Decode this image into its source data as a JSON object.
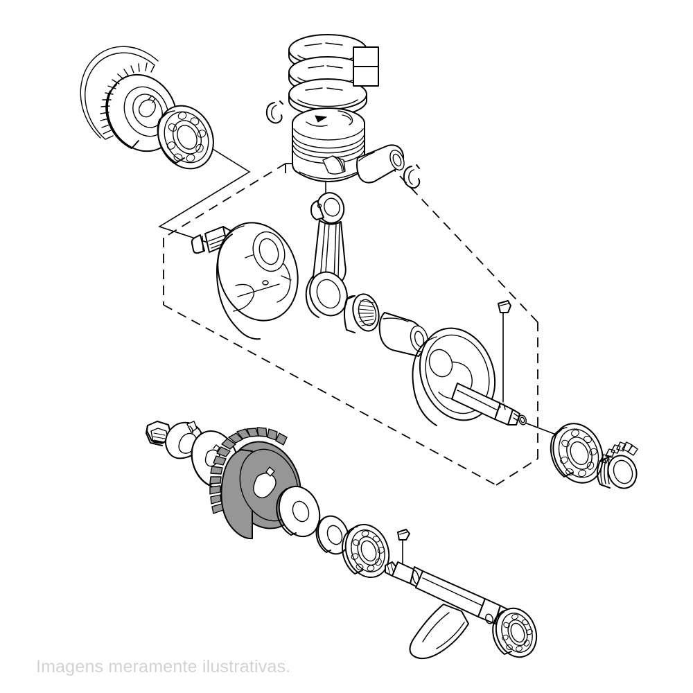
{
  "document": {
    "type": "exploded-parts-diagram",
    "subject": "Engine crankshaft, piston and balancer assembly",
    "background_color": "#ffffff",
    "line_color": "#000000",
    "shaded_part_color": "#969696"
  },
  "caption": {
    "text": "Imagens meramente ilustrativas.",
    "color": "#d2d2d2",
    "sub_text": "",
    "sub_color": "#f1f1f1"
  },
  "parts": [
    {
      "id": "primary-drive-gear",
      "label": "Primary drive gear",
      "group": "top-left",
      "shaded": false
    },
    {
      "id": "crank-bearing-left",
      "label": "Crankshaft bearing (left)",
      "group": "top-left",
      "shaded": false
    },
    {
      "id": "piston-ring-top",
      "label": "Top compression ring",
      "group": "piston",
      "shaded": false
    },
    {
      "id": "piston-ring-second",
      "label": "Second compression ring",
      "group": "piston",
      "shaded": false
    },
    {
      "id": "piston-ring-oil",
      "label": "Oil control ring",
      "group": "piston",
      "shaded": false
    },
    {
      "id": "piston",
      "label": "Piston",
      "group": "piston",
      "shaded": false
    },
    {
      "id": "piston-pin",
      "label": "Piston pin",
      "group": "piston",
      "shaded": false
    },
    {
      "id": "circlip-left",
      "label": "Piston pin circlip",
      "group": "piston",
      "shaded": false
    },
    {
      "id": "circlip-right",
      "label": "Piston pin circlip",
      "group": "piston",
      "shaded": false
    },
    {
      "id": "crank-web-left",
      "label": "Crank web (left)",
      "group": "crankshaft",
      "shaded": false
    },
    {
      "id": "connecting-rod",
      "label": "Connecting rod",
      "group": "crankshaft",
      "shaded": false
    },
    {
      "id": "big-end-needle-bearing",
      "label": "Big end needle bearing",
      "group": "crankshaft",
      "shaded": false
    },
    {
      "id": "crank-pin",
      "label": "Crank pin",
      "group": "crankshaft",
      "shaded": false
    },
    {
      "id": "crank-web-right",
      "label": "Crank web (right)",
      "group": "crankshaft",
      "shaded": false
    },
    {
      "id": "woodruff-key-crank",
      "label": "Woodruff key",
      "group": "crankshaft",
      "shaded": false
    },
    {
      "id": "crank-bearing-right",
      "label": "Crankshaft bearing (right)",
      "group": "right",
      "shaded": false
    },
    {
      "id": "balancer-drive-pinion",
      "label": "Balancer drive pinion",
      "group": "right",
      "shaded": false
    },
    {
      "id": "balancer-nut",
      "label": "Balancer shaft nut",
      "group": "balancer",
      "shaded": false
    },
    {
      "id": "lock-washer",
      "label": "Lock washer",
      "group": "balancer",
      "shaded": false
    },
    {
      "id": "washer-plate",
      "label": "Washer plate",
      "group": "balancer",
      "shaded": false
    },
    {
      "id": "balancer-driven-gear",
      "label": "Balancer driven gear",
      "group": "balancer",
      "shaded": true
    },
    {
      "id": "balancer-washer",
      "label": "Balancer washer",
      "group": "balancer",
      "shaded": false
    },
    {
      "id": "balancer-collar",
      "label": "Balancer collar",
      "group": "balancer",
      "shaded": false
    },
    {
      "id": "balancer-bearing-left",
      "label": "Balancer bearing (left)",
      "group": "balancer",
      "shaded": false
    },
    {
      "id": "woodruff-key-balancer",
      "label": "Woodruff key",
      "group": "balancer",
      "shaded": false
    },
    {
      "id": "balancer-shaft",
      "label": "Balancer shaft",
      "group": "balancer",
      "shaded": false
    },
    {
      "id": "balancer-bearing-right",
      "label": "Balancer bearing (right)",
      "group": "balancer",
      "shaded": false
    }
  ],
  "callouts": [
    {
      "id": "ring-callout-upper",
      "shape": "rectangle"
    },
    {
      "id": "ring-callout-lower",
      "shape": "rectangle"
    }
  ],
  "leader_lines": [
    {
      "id": "leader-crank-bearing-left",
      "from": "crank-bearing-left",
      "to": "crank-web-left"
    },
    {
      "id": "leader-piston",
      "from": "piston",
      "to": "connecting-rod"
    },
    {
      "id": "leader-woodruff-crank",
      "from": "woodruff-key-crank",
      "to": "crank-web-right"
    },
    {
      "id": "leader-crank-bearing-right",
      "from": "crank-web-right",
      "to": "crank-bearing-right"
    },
    {
      "id": "leader-woodruff-balancer",
      "from": "woodruff-key-balancer",
      "to": "balancer-shaft"
    }
  ]
}
